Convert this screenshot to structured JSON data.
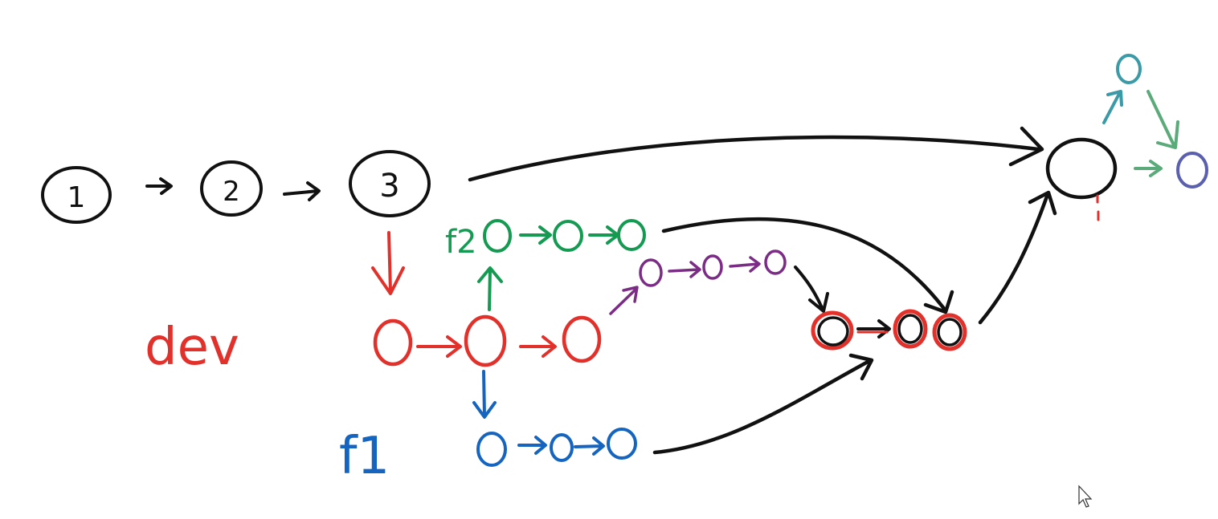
{
  "colors": {
    "master": "#111111",
    "dev": "#e2302b",
    "f1": "#1565c0",
    "f2": "#159a52",
    "feature_purple": "#7b2d86",
    "release_teal": "#3a9aa6",
    "release_green": "#5aaa7a",
    "release_purple": "#5a5fae",
    "cursor": "#ffffff"
  },
  "labels": {
    "node1": "1",
    "node2": "2",
    "node3": "3",
    "dev": "dev",
    "f1": "f1",
    "f2": "f2"
  },
  "icons": {
    "cursor": "mouse-pointer-icon"
  }
}
